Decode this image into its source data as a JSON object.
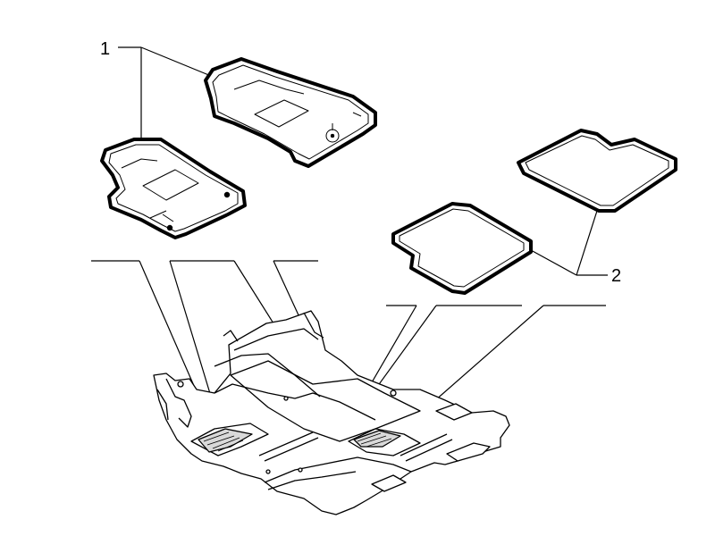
{
  "diagram": {
    "callouts": [
      {
        "id": "1",
        "label": "1"
      },
      {
        "id": "2",
        "label": "2"
      }
    ],
    "colors": {
      "line": "#000000",
      "background": "#ffffff",
      "shade": "#d9d9d9"
    }
  }
}
